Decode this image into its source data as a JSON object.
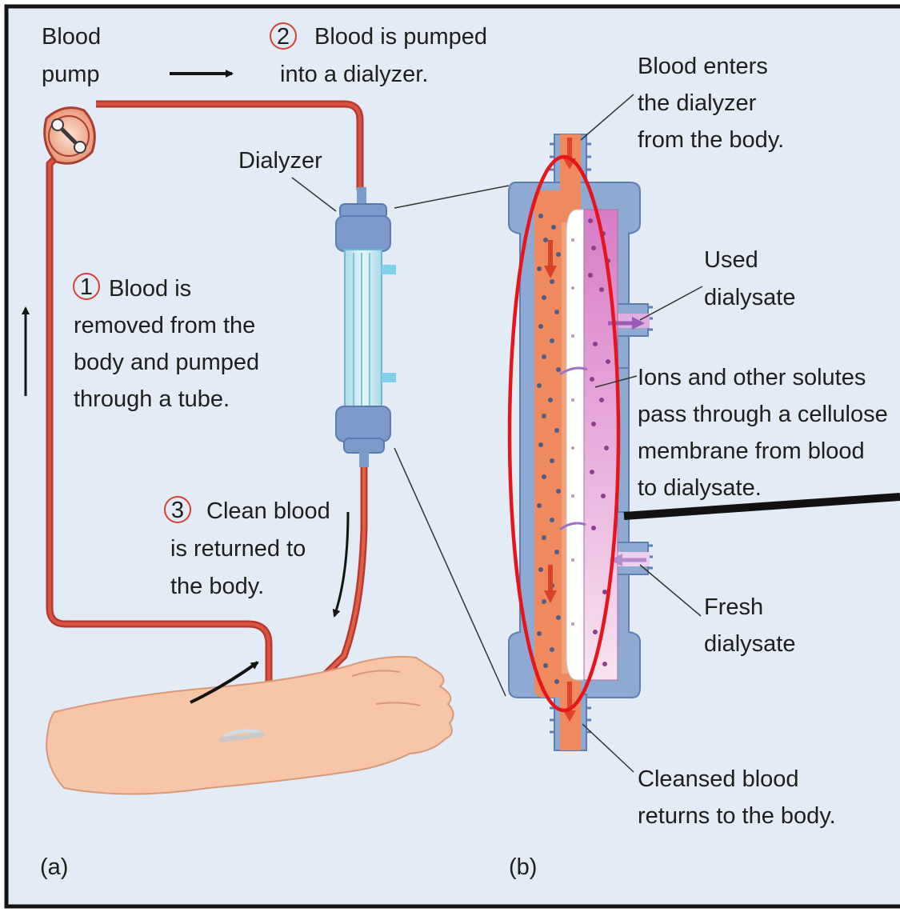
{
  "panel_a": {
    "part_label": "(a)",
    "pump_label_line1": "Blood",
    "pump_label_line2": "pump",
    "dialyzer_label": "Dialyzer",
    "step1": {
      "number": "1",
      "line1": "Blood is",
      "line2": "removed from the",
      "line3": "body and pumped",
      "line4": "through a tube."
    },
    "step2": {
      "number": "2",
      "line1": "Blood is pumped",
      "line2": "into a dialyzer."
    },
    "step3": {
      "number": "3",
      "line1": "Clean blood",
      "line2": "is returned to",
      "line3": "the body."
    }
  },
  "panel_b": {
    "part_label": "(b)",
    "enters_line1": "Blood enters",
    "enters_line2": "the dialyzer",
    "enters_line3": "from the body.",
    "used_line1": "Used",
    "used_line2": "dialysate",
    "ions_line1": "Ions and other solutes",
    "ions_line2": "pass through a cellulose",
    "ions_line3": "membrane from blood",
    "ions_line4": "to dialysate.",
    "fresh_line1": "Fresh",
    "fresh_line2": "dialysate",
    "cleansed_line1": "Cleansed blood",
    "cleansed_line2": "returns to the body."
  },
  "colors": {
    "background": "#e3ebf6",
    "tube_red": "#c8372d",
    "blood_orange": "#ee8a5e",
    "dialysate_pink": "#e4a4d6",
    "housing_blue": "#8eaad2",
    "highlight_red": "#e8141c",
    "skin": "#f7c6a6"
  }
}
